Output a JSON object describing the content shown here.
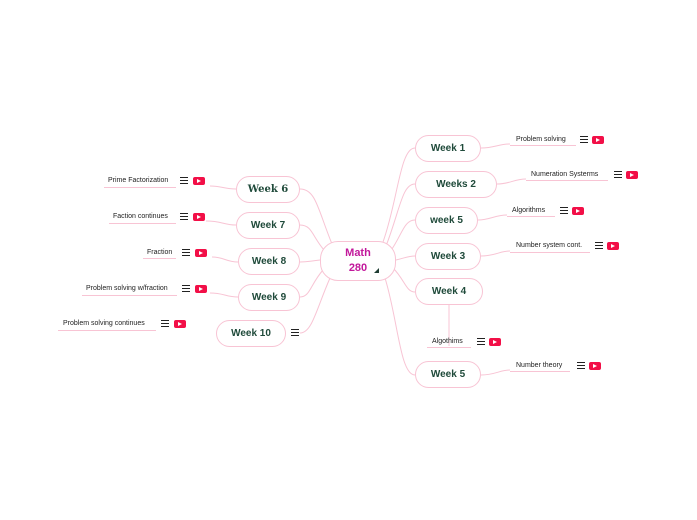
{
  "center": {
    "line1": "Math",
    "line2": "280"
  },
  "right": [
    {
      "label": "Week 1",
      "leaf": "Problem solving"
    },
    {
      "label": "Weeks 2",
      "leaf": "Numeration Systerms"
    },
    {
      "label": "week 5",
      "leaf": "Algorithms"
    },
    {
      "label": "Week 3",
      "leaf": "Number system cont."
    },
    {
      "label": "Week 4",
      "leaf": "Algothims"
    },
    {
      "label": "Week 5",
      "leaf": "Number theory"
    }
  ],
  "left": [
    {
      "label": "Week 6",
      "leaf": "Prime Factorization"
    },
    {
      "label": "Week 7",
      "leaf": "Faction continues"
    },
    {
      "label": "Week 8",
      "leaf": "Fraction"
    },
    {
      "label": "Week 9",
      "leaf": "Problem solving w/fraction"
    },
    {
      "label": "Week 10",
      "leaf": "Problem solving continues"
    }
  ],
  "colors": {
    "line": "#f8c4d4",
    "center_text": "#c2189b",
    "node_text": "#1f4a3a",
    "video": "#f20f47"
  },
  "icons": [
    "menu-icon",
    "video-icon",
    "collapse-triangle-icon"
  ]
}
